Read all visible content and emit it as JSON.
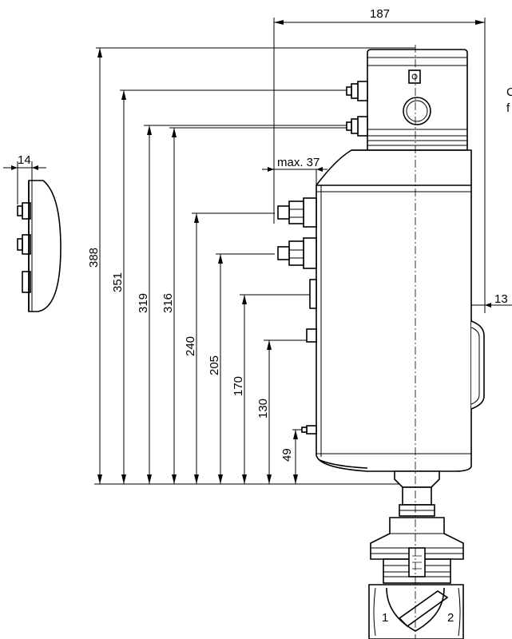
{
  "drawing": {
    "dimensions": {
      "overall_width": "187",
      "side_view_width": "14",
      "cable_gland_max": "max. 37",
      "handle_offset": "13",
      "heights": {
        "h388": "388",
        "h351": "351",
        "h319": "319",
        "h316": "316",
        "h240": "240",
        "h205": "205",
        "h170": "170",
        "h130": "130",
        "h49": "49"
      }
    },
    "edge_text_1": "C",
    "edge_text_2": "f",
    "port_labels": [
      "1",
      "2"
    ]
  }
}
